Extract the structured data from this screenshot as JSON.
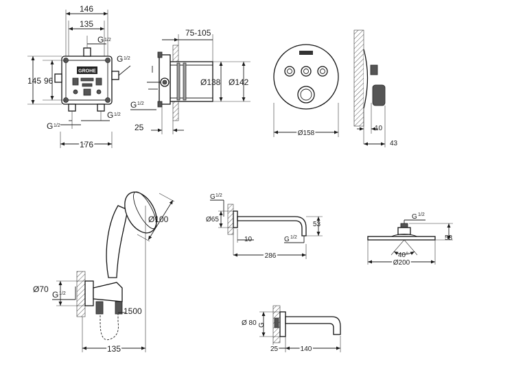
{
  "brand": {
    "logo_text": "GROHE"
  },
  "box": {
    "width_outer": "146",
    "width_inner": "135",
    "height_outer": "145",
    "height_inner": "96",
    "width_bottom": "176",
    "thread_top": "G",
    "thread_right": "G",
    "thread_left": "G",
    "thread_bottom_left": "G",
    "thread_bottom_right": "G",
    "fraction": "1/2"
  },
  "side_section": {
    "depth_range": "75-105",
    "diameter_inner": "Ø138",
    "diameter_outer": "Ø142",
    "offset": "25",
    "thread": "G"
  },
  "faceplate": {
    "diameter": "Ø158"
  },
  "faceplate_side": {
    "depth_a": "10",
    "depth_b": "43"
  },
  "hand_shower": {
    "head_diameter": "Ø100",
    "outlet_diameter": "Ø70",
    "thread": "G",
    "hose_length": "1500",
    "width": "135"
  },
  "shower_arm": {
    "thread_top": "G",
    "rosette_diameter": "Ø65",
    "drop": "53",
    "offset": "10",
    "thread_end": "G",
    "length": "286"
  },
  "shower_head": {
    "thread": "G",
    "height": "58",
    "angle": "40°",
    "diameter": "Ø200"
  },
  "spout": {
    "rosette_diameter": "Ø 80",
    "thread": "G",
    "offset": "25",
    "length": "140"
  }
}
